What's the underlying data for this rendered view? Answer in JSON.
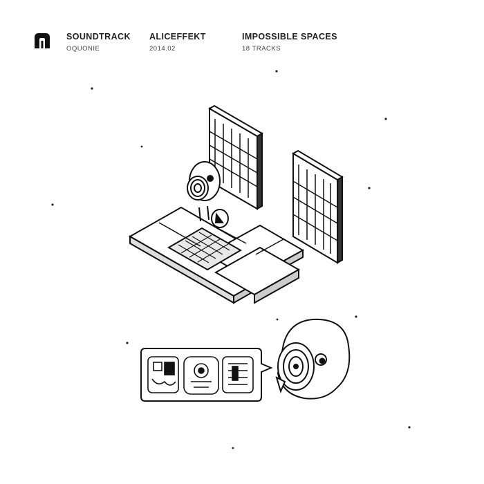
{
  "header": {
    "col1": {
      "title": "SOUNDTRACK",
      "subtitle": "OQUONIE"
    },
    "col2": {
      "title": "ALICEFFEKT",
      "subtitle": "2014.02"
    },
    "col3": {
      "title": "IMPOSSIBLE SPACES",
      "subtitle": "18 TRACKS"
    }
  },
  "icons": {
    "logo": "label-logo-icon"
  },
  "colors": {
    "background": "#ffffff",
    "ink": "#1a1a1a"
  }
}
